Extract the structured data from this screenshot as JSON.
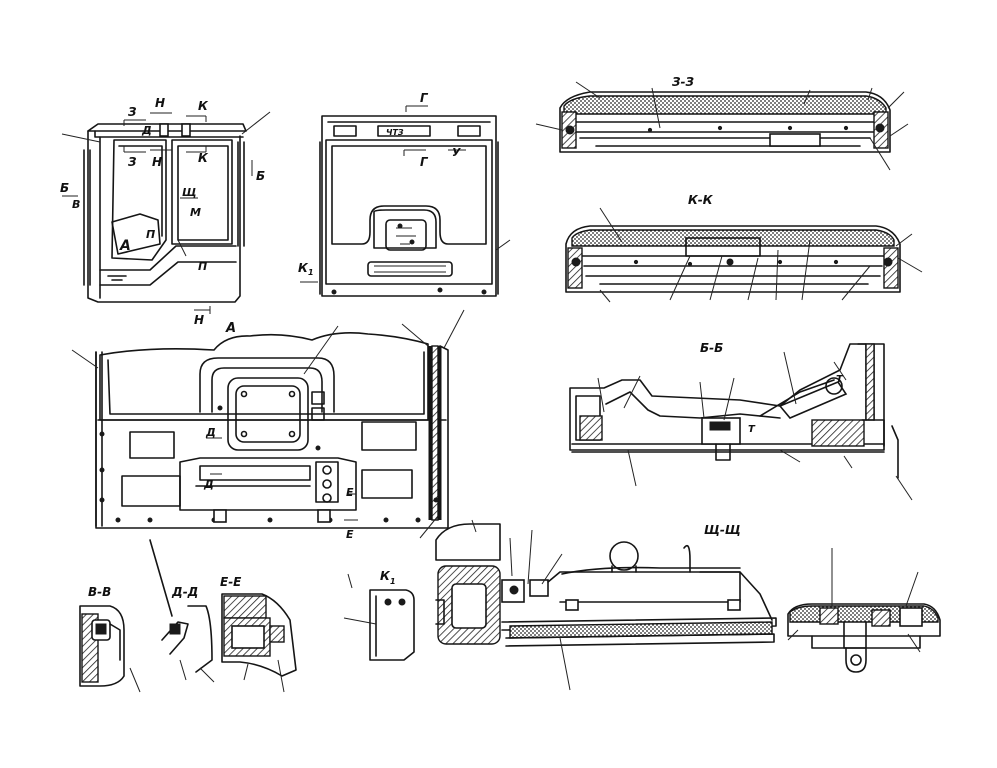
{
  "labels": {
    "section_z": "З-З",
    "section_k": "К-К",
    "section_b": "Б-Б",
    "section_shch": "Щ-Щ",
    "section_v": "В-В",
    "section_d": "Д-Д",
    "section_e": "Е-Е",
    "view_a": "А",
    "view_k1": "К",
    "view_k1_sub": "1",
    "cab_z_top": "З",
    "cab_n_top": "Н",
    "cab_k_top": "К",
    "cab_z_mid": "З",
    "cab_n_mid": "Н",
    "cab_k_mid": "К",
    "cab_d": "Д",
    "cab_sh": "Щ",
    "cab_m": "М",
    "cab_b_left": "Б",
    "cab_b_right": "Б",
    "cab_v": "В",
    "cab_a": "А",
    "cab_p": "П",
    "cab_p2": "П",
    "cab_n_bottom": "Н",
    "rear_g_top": "Г",
    "rear_g_mid": "Г",
    "rear_u": "У",
    "rear_k1": "К",
    "rear_k1_sub": "1",
    "a_d_top": "Д",
    "a_d_mid": "Д",
    "a_e_mid": "Е",
    "a_e_bot": "Е",
    "bb_t1": "Т",
    "bb_t2": "Т"
  }
}
